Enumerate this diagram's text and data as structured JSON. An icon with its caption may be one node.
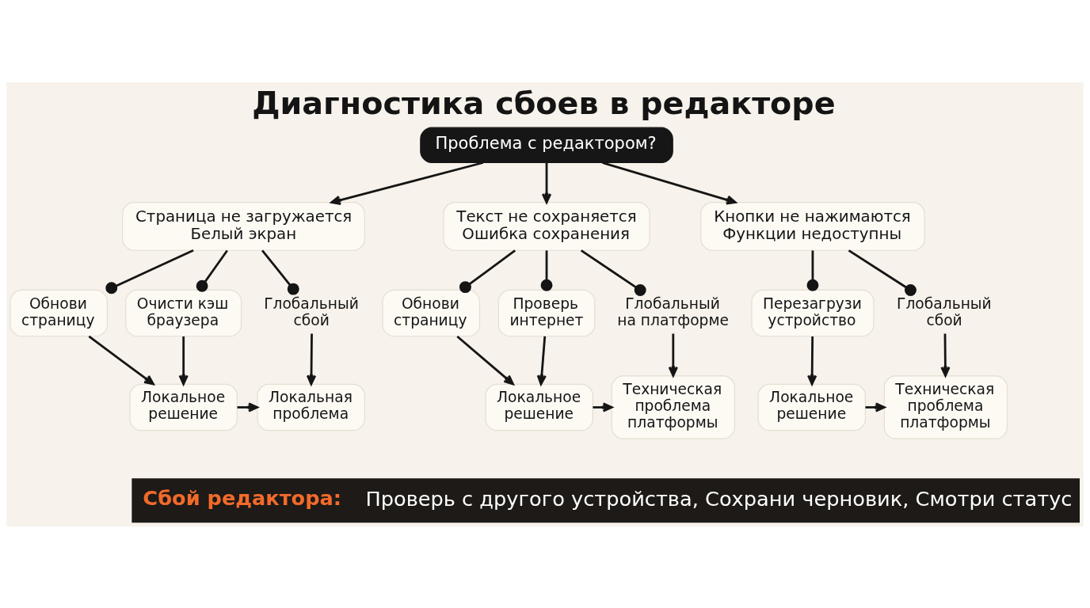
{
  "diagram": {
    "title": "Диагностика сбоев в редакторе",
    "nodes": [
      {
        "text": [
          "Проблема с редактором?"
        ]
      },
      {
        "text": [
          "Страница не загружается",
          "Белый экран"
        ]
      },
      {
        "text": [
          "Текст не сохраняется",
          "Ошибка сохранения"
        ]
      },
      {
        "text": [
          "Кнопки не нажимаются",
          "Функции недоступны"
        ]
      },
      {
        "text": [
          "Обнови страницу"
        ]
      },
      {
        "text": [
          "Очисти кэш браузера"
        ]
      },
      {
        "text": [
          "Глобальный сбой"
        ]
      },
      {
        "text": [
          "Локальное решение"
        ]
      },
      {
        "text": [
          "Локальная проблема"
        ]
      },
      {
        "text": [
          "Обнови страницу"
        ]
      },
      {
        "text": [
          "Проверь интернет"
        ]
      },
      {
        "text": [
          "Глобальный на платформе"
        ]
      },
      {
        "text": [
          "Локальное решение"
        ]
      },
      {
        "text": [
          "Техническая проблема платформы"
        ]
      },
      {
        "text": [
          "Перезагрузи устройство"
        ]
      },
      {
        "text": [
          "Глобальный сбой"
        ]
      },
      {
        "text": [
          "Локальное решение"
        ]
      },
      {
        "text": [
          "Техническая проблема платформы"
        ]
      }
    ],
    "edges": [
      {
        "from": 0,
        "to": 1,
        "arrow": "to"
      },
      {
        "from": 0,
        "to": 2,
        "arrow": "to"
      },
      {
        "from": 0,
        "to": 3,
        "arrow": "to"
      },
      {
        "from": 1,
        "to": 4,
        "arrow": "other"
      },
      {
        "from": 1,
        "to": 5,
        "arrow": "other"
      },
      {
        "from": 1,
        "to": 6,
        "arrow": "other"
      },
      {
        "from": 4,
        "to": 7,
        "arrow": "to"
      },
      {
        "from": 5,
        "to": 7,
        "arrow": "to"
      },
      {
        "from": 6,
        "to": 8,
        "arrow": "to"
      },
      {
        "from": 7,
        "to": 8,
        "arrow": "to"
      },
      {
        "from": 2,
        "to": 9,
        "arrow": "other"
      },
      {
        "from": 2,
        "to": 10,
        "arrow": "other"
      },
      {
        "from": 2,
        "to": 11,
        "arrow": "other"
      },
      {
        "from": 9,
        "to": 12,
        "arrow": "to"
      },
      {
        "from": 10,
        "to": 12,
        "arrow": "to"
      },
      {
        "from": 11,
        "to": 13,
        "arrow": "to"
      },
      {
        "from": 12,
        "to": 13,
        "arrow": "to"
      },
      {
        "from": 3,
        "to": 14,
        "arrow": "other"
      },
      {
        "from": 3,
        "to": 15,
        "arrow": "other"
      },
      {
        "from": 14,
        "to": 16,
        "arrow": "to"
      },
      {
        "from": 15,
        "to": 17,
        "arrow": "to"
      },
      {
        "from": 16,
        "to": 17,
        "arrow": "to"
      }
    ],
    "labels": [
      "Сбой редактора:",
      "Проверь с другого устройства, Сохрани черновик, Смотри статус"
    ]
  }
}
